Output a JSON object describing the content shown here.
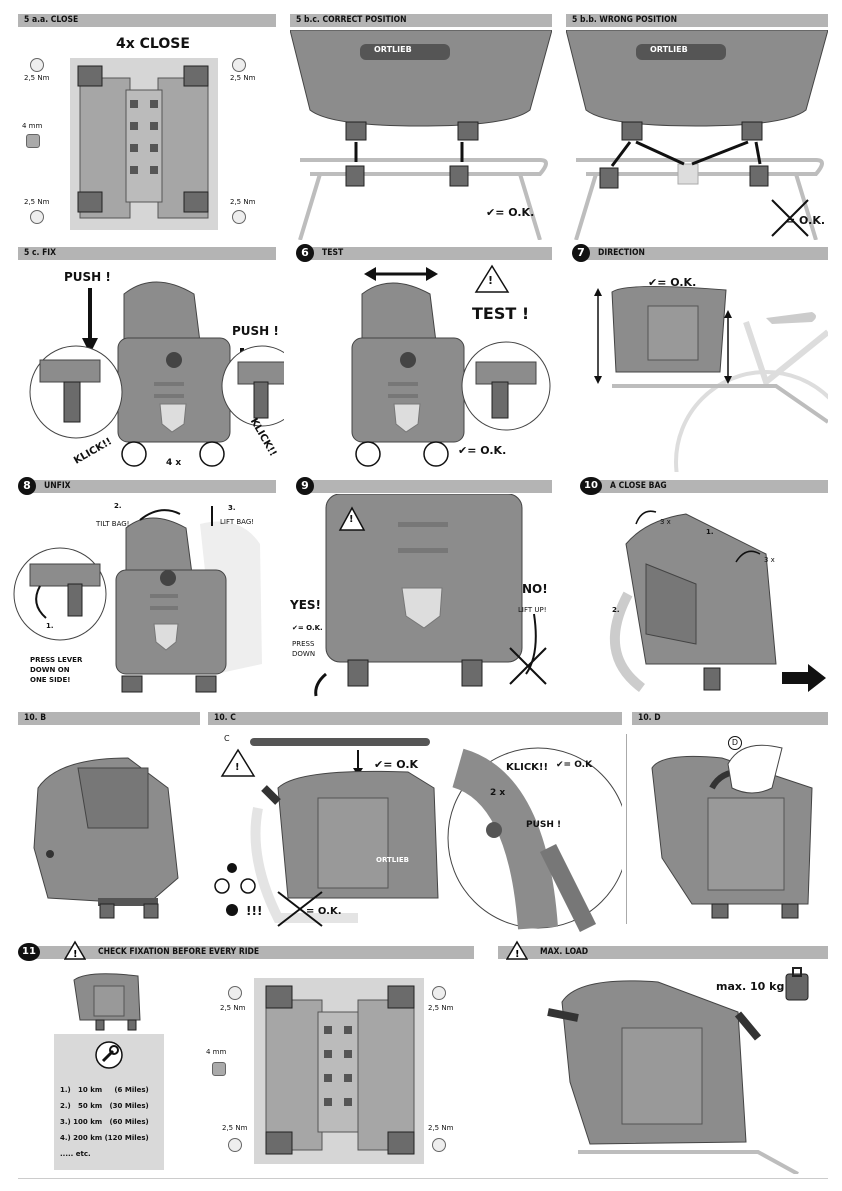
{
  "sections": {
    "s5aa": {
      "title": "5 a.a.  CLOSE",
      "label": "4x CLOSE",
      "torque": [
        "2,5 Nm",
        "2,5 Nm",
        "2,5 Nm",
        "2,5 Nm"
      ],
      "tool": "4 mm"
    },
    "s5bc": {
      "title": "5 b.c.  CORRECT POSITION",
      "ok": "✔= O.K.",
      "brand": "ORTLIEB"
    },
    "s5bb": {
      "title": "5 b.b.  WRONG POSITION",
      "notok": "= O.K.",
      "brand": "ORTLIEB"
    },
    "s5c": {
      "title": "5 c.  FIX",
      "push1": "PUSH !",
      "push2": "PUSH !",
      "klick1": "KLICK!!",
      "klick2": "KLICK!!",
      "count": "4 x"
    },
    "s6": {
      "num": "6",
      "title": "TEST",
      "test": "TEST !",
      "ok": "✔= O.K."
    },
    "s7": {
      "num": "7",
      "title": "DIRECTION",
      "ok": "✔= O.K."
    },
    "s8": {
      "num": "8",
      "title": "UNFIX",
      "step1": "1.",
      "step2": "2.",
      "step3": "3.",
      "tilt": "TILT BAG!",
      "lift": "LIFT BAG!",
      "press": [
        "PRESS LEVER",
        "DOWN ON",
        "ONE SIDE!"
      ]
    },
    "s9": {
      "num": "9",
      "yes": "YES!",
      "okPress": [
        "✔= O.K.",
        "PRESS",
        "DOWN"
      ],
      "no": "NO!",
      "liftup": "LIFT UP!"
    },
    "s10a": {
      "num": "10",
      "title": "A    CLOSE BAG",
      "times1": "3 x",
      "times2": "3 x",
      "step1": "1.",
      "step2": "2."
    },
    "s10b": {
      "title": "10.  B"
    },
    "s10c": {
      "title": "10.  C",
      "ok1": "✔= O.K",
      "ok2": "✔= O.K",
      "klick": "KLICK!!",
      "twox": "2 x",
      "push": "PUSH !",
      "danger": "!!!",
      "notok": "= O.K.",
      "brand": "ORTLIEB",
      "letter": "C"
    },
    "s10d": {
      "title": "10.  D",
      "letter": "D"
    },
    "s11": {
      "num": "11",
      "title": "CHECK FIXATION BEFORE EVERY RIDE",
      "torque": [
        "2,5 Nm",
        "2,5 Nm",
        "2,5 Nm",
        "2,5 Nm"
      ],
      "tool": "4 mm",
      "intervals": [
        "1.)   10 km     (6 Miles)",
        "2.)   50 km   (30 Miles)",
        "3.) 100 km   (60 Miles)",
        "4.) 200 km (120 Miles)",
        "..... etc."
      ]
    },
    "smax": {
      "title": "MAX. LOAD",
      "load": "max. 10 kg"
    }
  },
  "colors": {
    "header": "#b4b4b4",
    "bag": "#8c8c8c",
    "dark": "#111111"
  },
  "icons": [
    "warning-icon",
    "wrench-icon",
    "weight-icon",
    "cyclist-icon",
    "skull-icon",
    "check-icon"
  ]
}
